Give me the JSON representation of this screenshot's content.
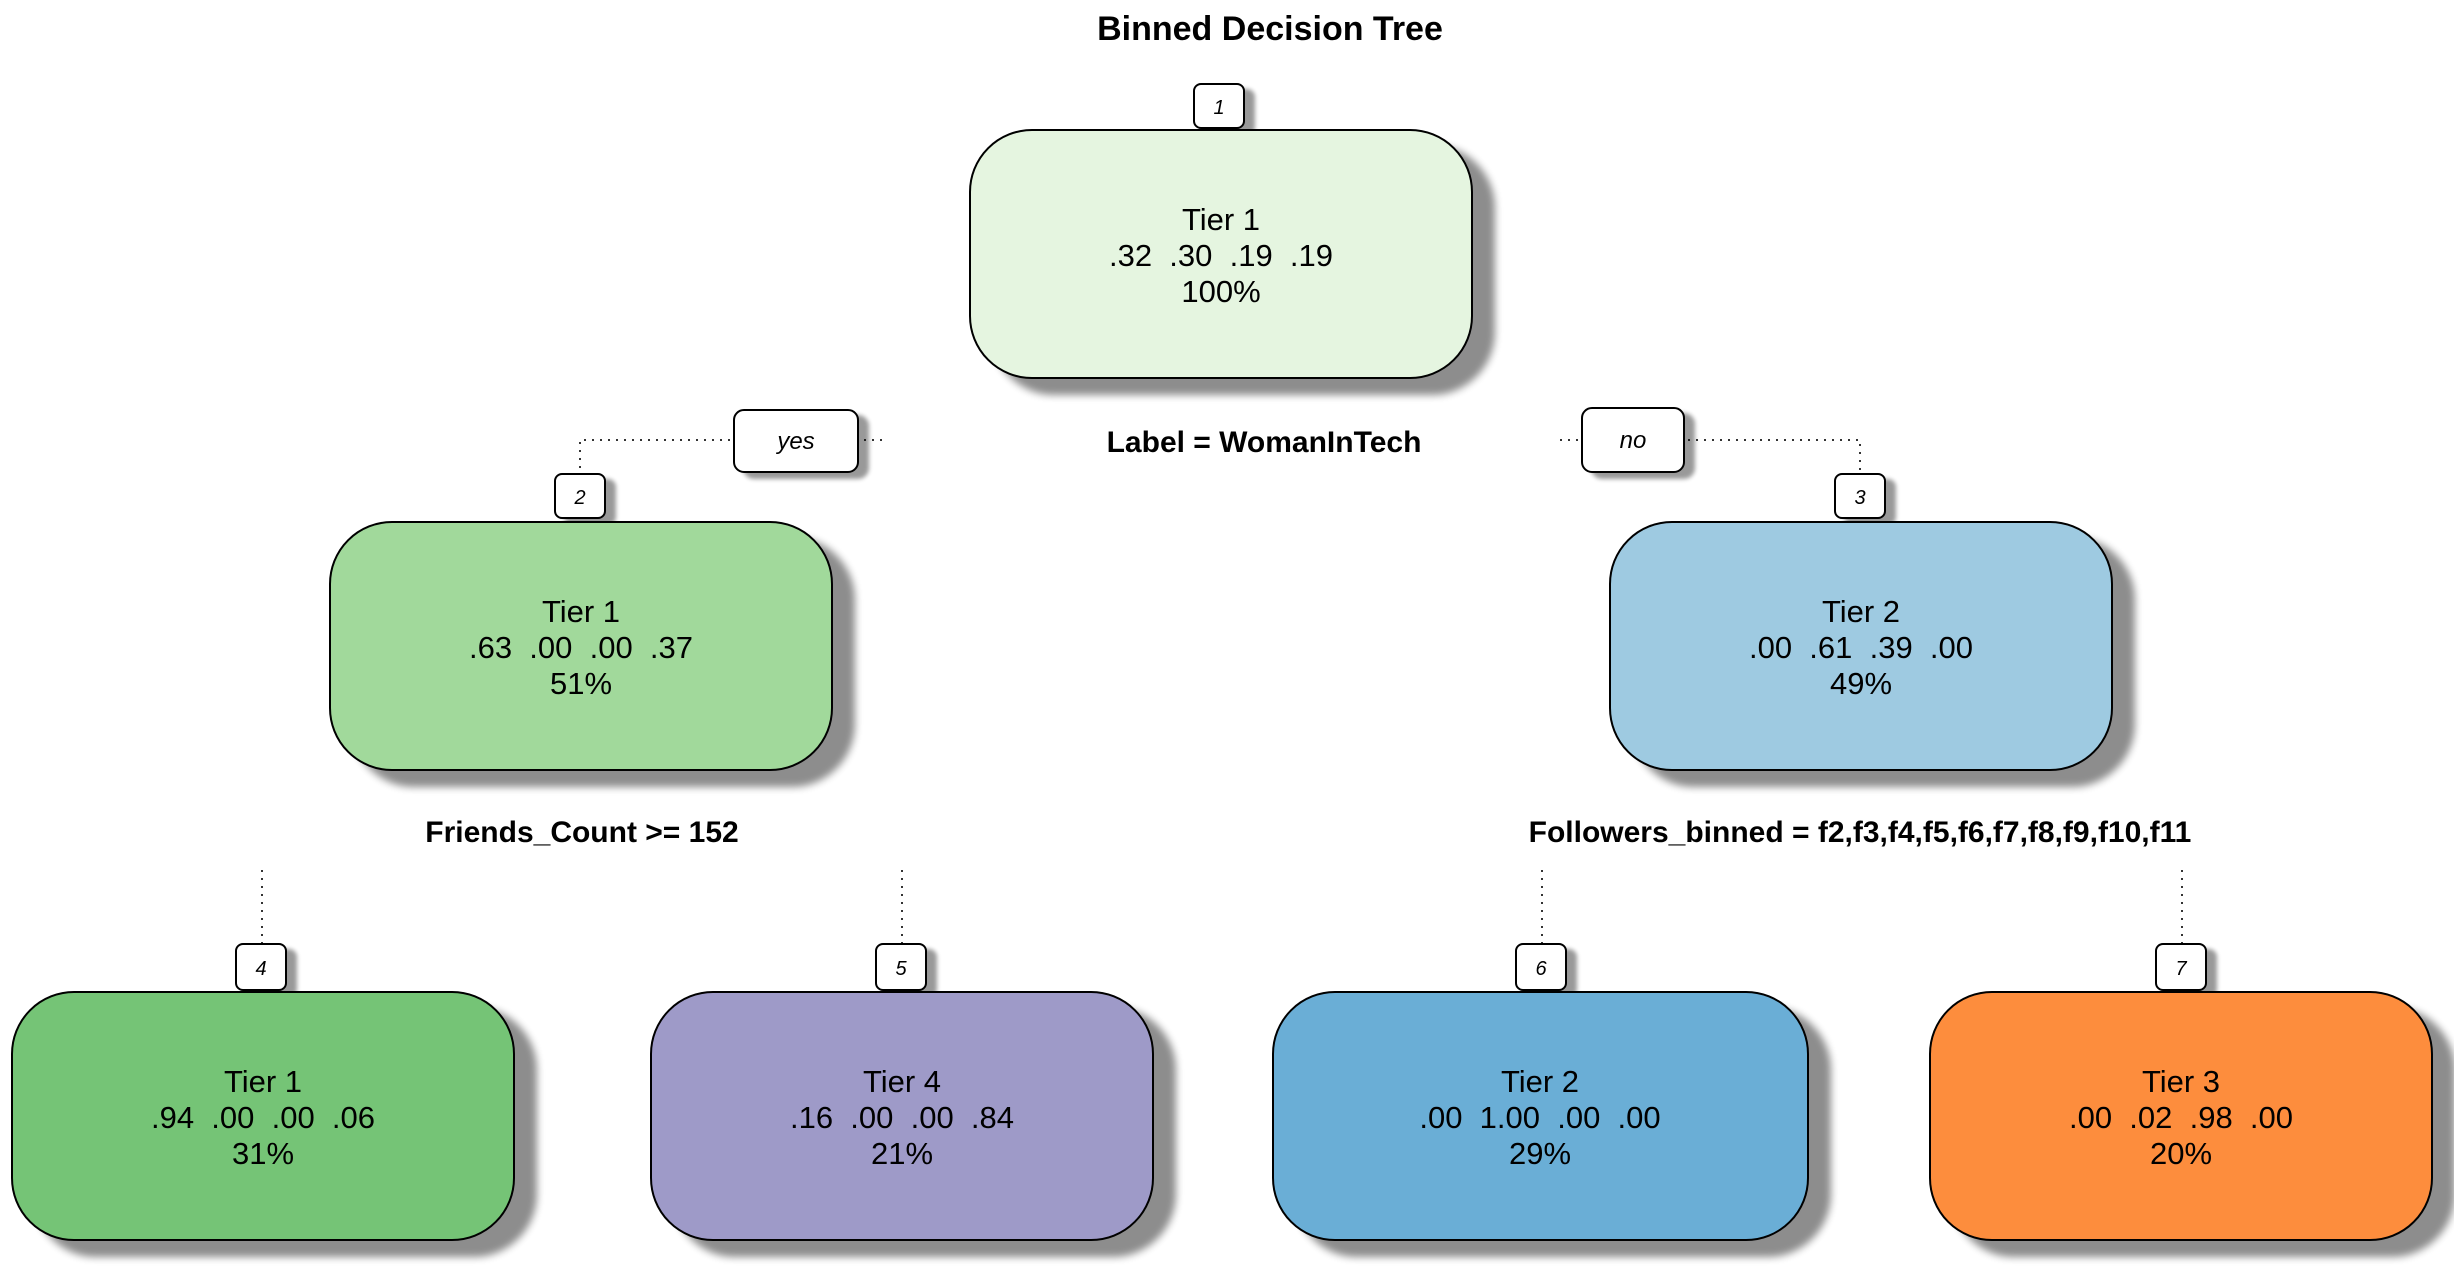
{
  "title": "Binned Decision Tree",
  "branch_labels": {
    "yes": "yes",
    "no": "no"
  },
  "splits": [
    {
      "id": "split-root",
      "text": "Label = WomanInTech"
    },
    {
      "id": "split-node2",
      "text": "Friends_Count >= 152"
    },
    {
      "id": "split-node3",
      "text": "Followers_binned = f2,f3,f4,f5,f6,f7,f8,f9,f10,f11"
    }
  ],
  "nodes": [
    {
      "id": "1",
      "class_label": "Tier 1",
      "probs": ".32  .30  .19  .19",
      "pct": "100%",
      "color": "#e5f5e0"
    },
    {
      "id": "2",
      "class_label": "Tier 1",
      "probs": ".63  .00  .00  .37",
      "pct": "51%",
      "color": "#a1d99b"
    },
    {
      "id": "3",
      "class_label": "Tier 2",
      "probs": ".00  .61  .39  .00",
      "pct": "49%",
      "color": "#9ecae1"
    },
    {
      "id": "4",
      "class_label": "Tier 1",
      "probs": ".94  .00  .00  .06",
      "pct": "31%",
      "color": "#74c476"
    },
    {
      "id": "5",
      "class_label": "Tier 4",
      "probs": ".16  .00  .00  .84",
      "pct": "21%",
      "color": "#9e9ac8"
    },
    {
      "id": "6",
      "class_label": "Tier 2",
      "probs": ".00  1.00  .00  .00",
      "pct": "29%",
      "color": "#6baed6"
    },
    {
      "id": "7",
      "class_label": "Tier 3",
      "probs": ".00  .02  .98  .00",
      "pct": "20%",
      "color": "#fd8d3c"
    }
  ]
}
